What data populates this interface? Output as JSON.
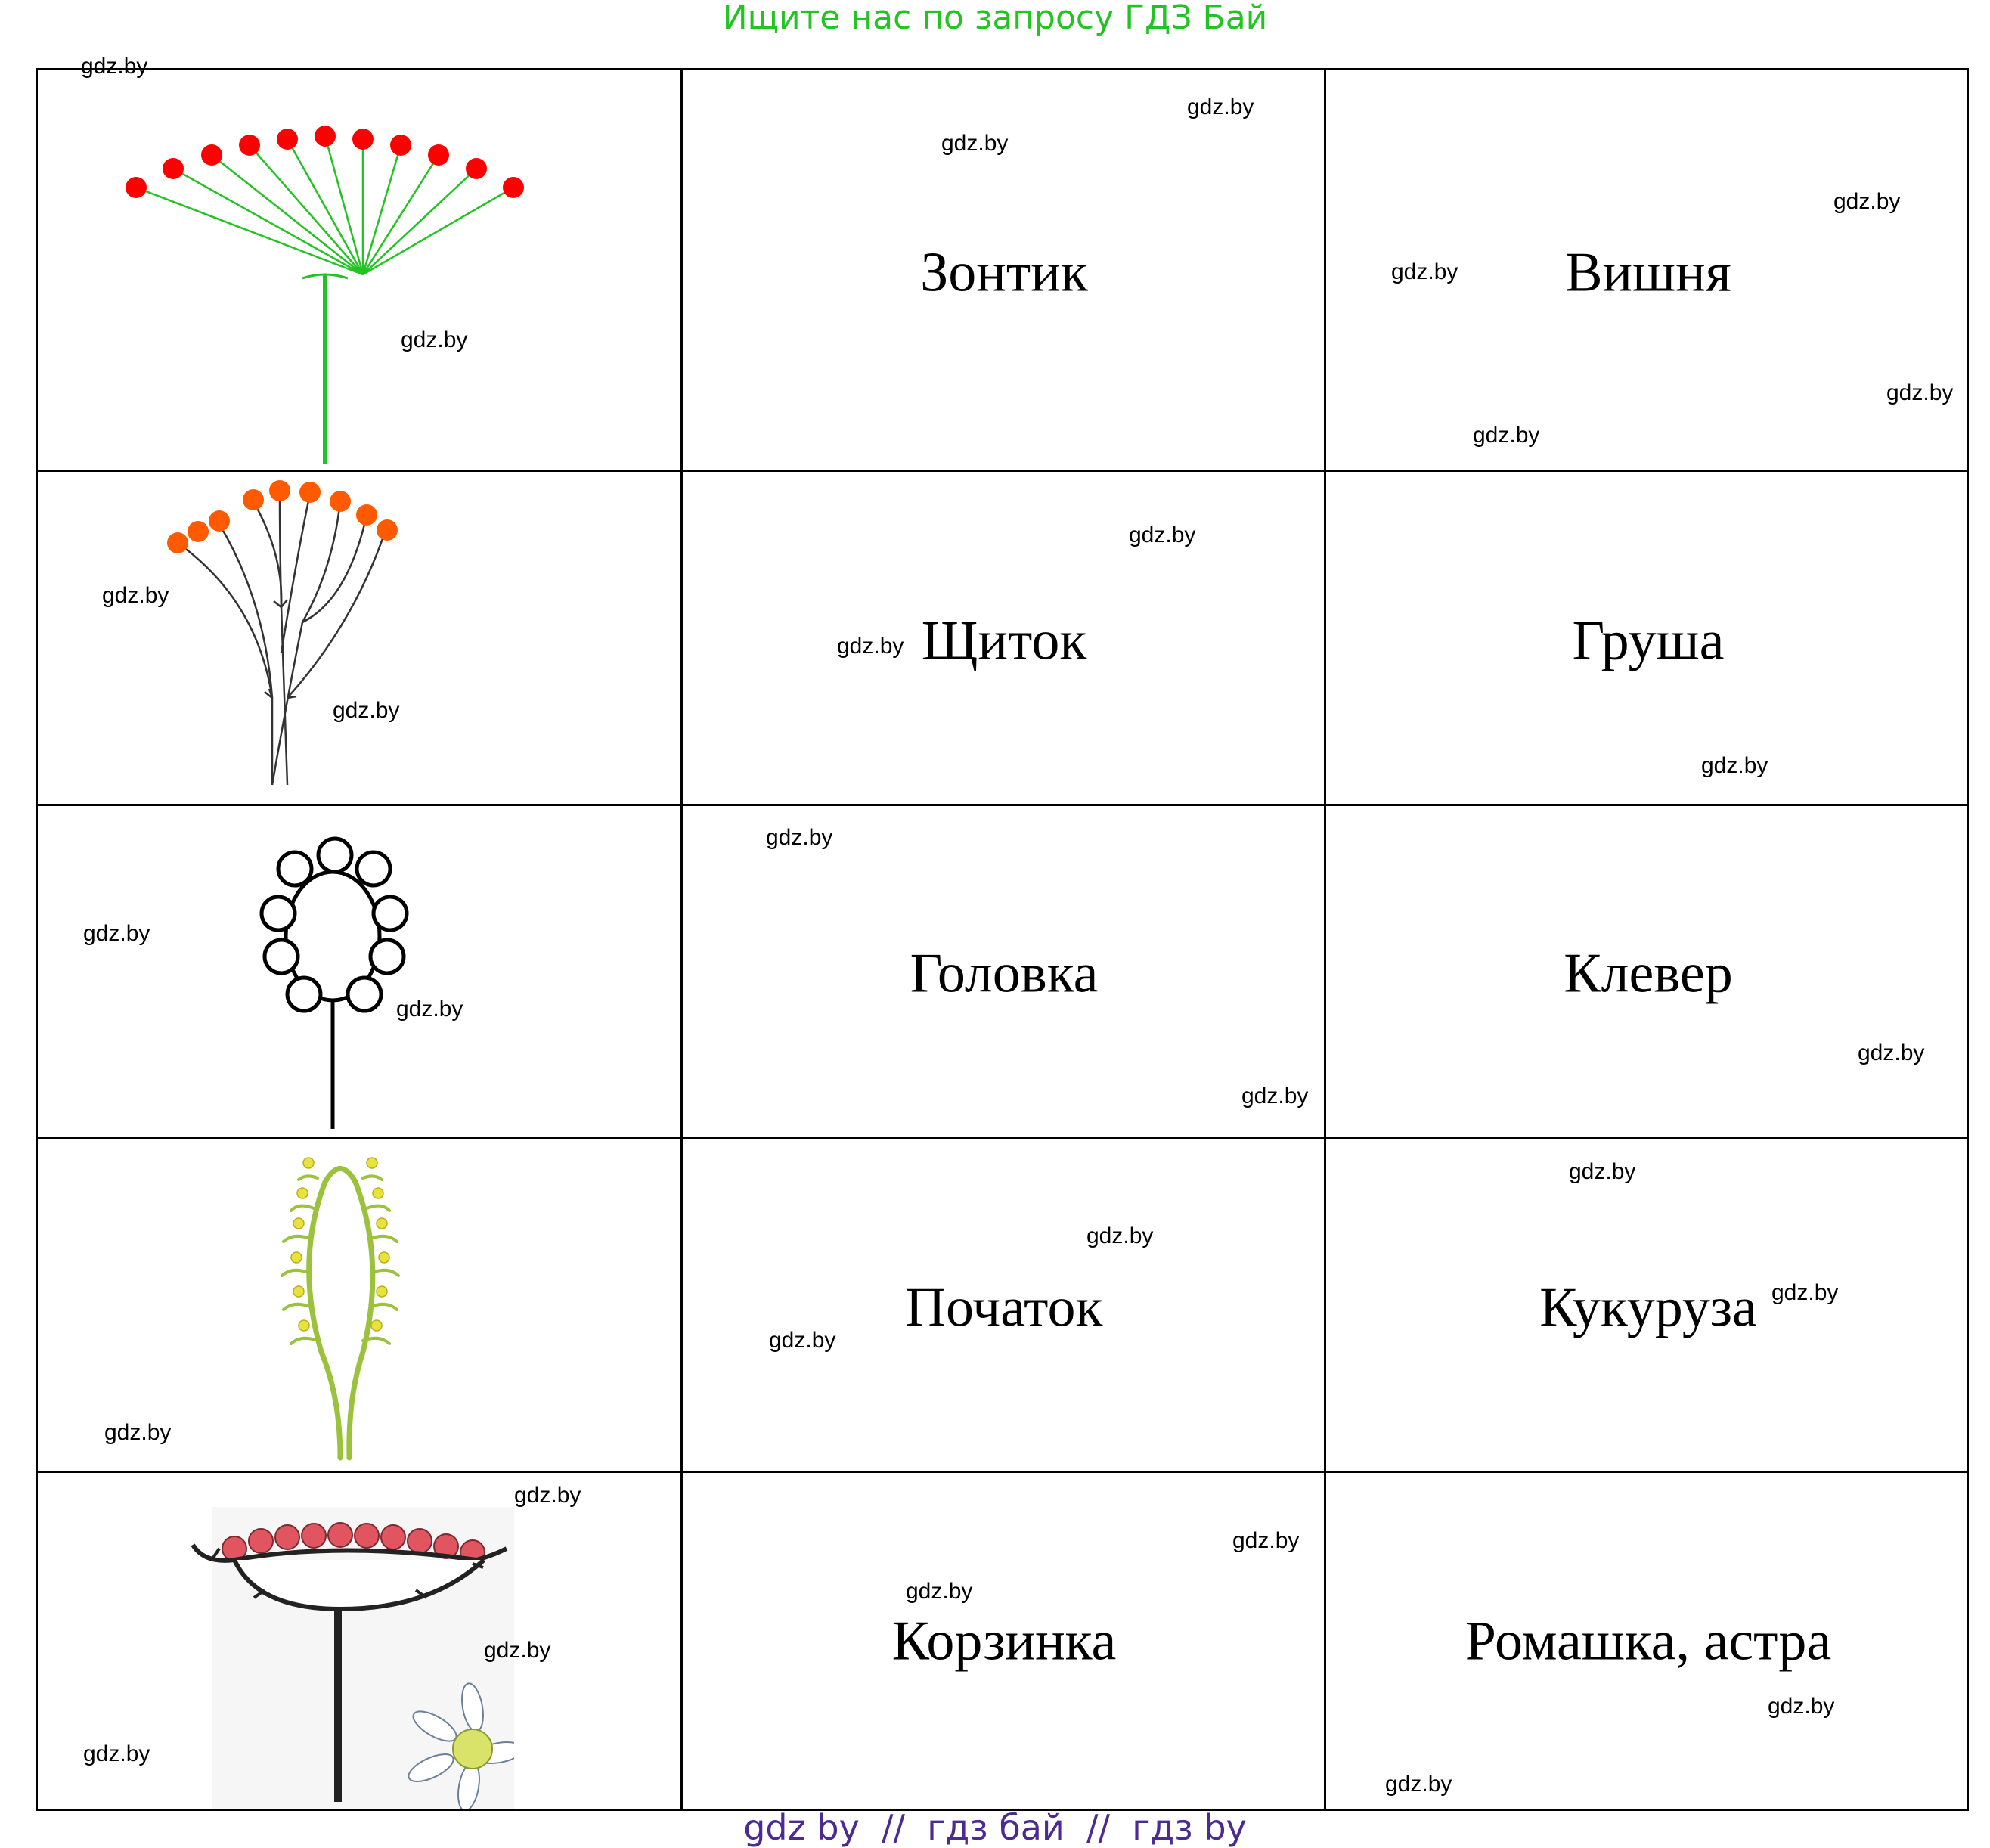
{
  "header": {
    "banner": "Ищите нас по запросу ГДЗ Бай"
  },
  "table": {
    "rows": [
      {
        "type": "Зонтик",
        "example": "Вишня"
      },
      {
        "type": "Щиток",
        "example": "Груша"
      },
      {
        "type": "Головка",
        "example": "Клевер"
      },
      {
        "type": "Початок",
        "example": "Кукуруза"
      },
      {
        "type": "Корзинка",
        "example": "Ромашка, астра"
      }
    ]
  },
  "watermark": "gdz.by",
  "footer": {
    "text": "gdz by  //  гдз бай  //  гдз by"
  },
  "colors": {
    "banner": "#22c322",
    "footer": "#4b2a92",
    "umbel_flower": "#ff0000",
    "umbel_stem": "#22c322",
    "corymb_flower": "#ff5a00",
    "spike_stem": "#9bc23c",
    "spike_flower": "#e8e23a",
    "capitulum_flower": "#e0555f"
  },
  "icons": [
    "umbel-diagram-icon",
    "corymb-diagram-icon",
    "head-diagram-icon",
    "spadix-diagram-icon",
    "basket-diagram-icon",
    "chamomile-flower-icon"
  ]
}
